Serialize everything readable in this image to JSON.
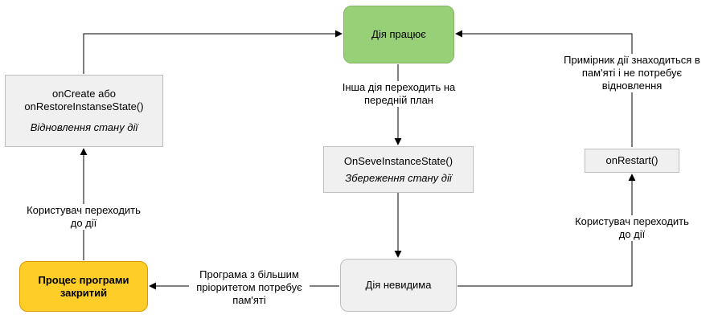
{
  "nodes": {
    "activity_running": {
      "label": "Дія працює",
      "fill": "#97d077",
      "border": "#82b366"
    },
    "on_save": {
      "title": "OnSeveInstanceState()",
      "subtitle": "Збереження стану дії"
    },
    "activity_invisible": {
      "label": "Дія невидима"
    },
    "process_killed": {
      "label": "Процес програми закритий",
      "fill": "#ffcd28",
      "border": "#d79b00"
    },
    "on_create": {
      "title": "onCreate або onRestoreInstanseState()",
      "subtitle": "Відновлення стану дії"
    },
    "on_restart": {
      "label": "onRestart()"
    }
  },
  "edge_labels": {
    "another_activity_front": "Інша дія переходить на передній план",
    "user_returns_left": "Користувач переходить до дії",
    "user_returns_right": "Користувач переходить до дії",
    "higher_priority_memory": "Програма з більшим пріоритетом потребує пам'яті",
    "instance_in_memory": "Примірник дії знаходиться в пам'яті і не потребує відновлення"
  }
}
